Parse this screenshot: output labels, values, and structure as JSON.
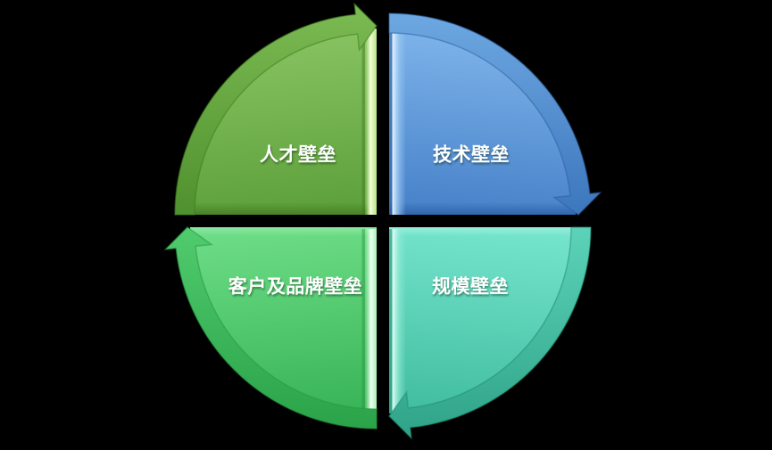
{
  "page": {
    "background": "#000000"
  },
  "diagram": {
    "type": "segmented-cycle",
    "flow": "clockwise",
    "label_color": "#FFFFFF",
    "segments": [
      {
        "label": "人才壁垒",
        "position": "top-left",
        "arrow_direction": "right",
        "colors": {
          "body_light": "#8CC765",
          "body_dark": "#5C9F3A",
          "band_light": "#7BBA52",
          "band_dark": "#4E8F2D",
          "edge_highlight": "#F2FFD8",
          "edge_highlight_soft": "#B9E283",
          "bevel_shade": "#477F24",
          "edge_line": "#3E7A1F"
        }
      },
      {
        "label": "技术壁垒",
        "position": "top-right",
        "arrow_direction": "down",
        "colors": {
          "body_light": "#83B9EE",
          "body_dark": "#4680C8",
          "band_light": "#6FA9E2",
          "band_dark": "#3A74BB",
          "edge_highlight": "#EAF6FF",
          "edge_highlight_soft": "#9CCBF5",
          "bevel_shade": "#2F64A8",
          "edge_line": "#2B5C9C"
        }
      },
      {
        "label": "规模壁垒",
        "position": "bottom-right",
        "arrow_direction": "left",
        "colors": {
          "body_light": "#74E4CC",
          "body_dark": "#3CB99B",
          "band_light": "#5CD3B9",
          "band_dark": "#2EA286",
          "edge_highlight": "#E6FFF9",
          "edge_highlight_soft": "#93EBD6",
          "bevel_shade": "#9AF0DC",
          "edge_line": "#1F8A70"
        }
      },
      {
        "label": "客户及品牌壁垒",
        "position": "bottom-left",
        "arrow_direction": "up",
        "colors": {
          "body_light": "#6CDC86",
          "body_dark": "#33B052",
          "band_light": "#50CB6D",
          "band_dark": "#28A047",
          "edge_highlight": "#EFFFF2",
          "edge_highlight_soft": "#A5F0B8",
          "bevel_shade": "#8DE9A2",
          "edge_line": "#27963F"
        }
      }
    ]
  }
}
